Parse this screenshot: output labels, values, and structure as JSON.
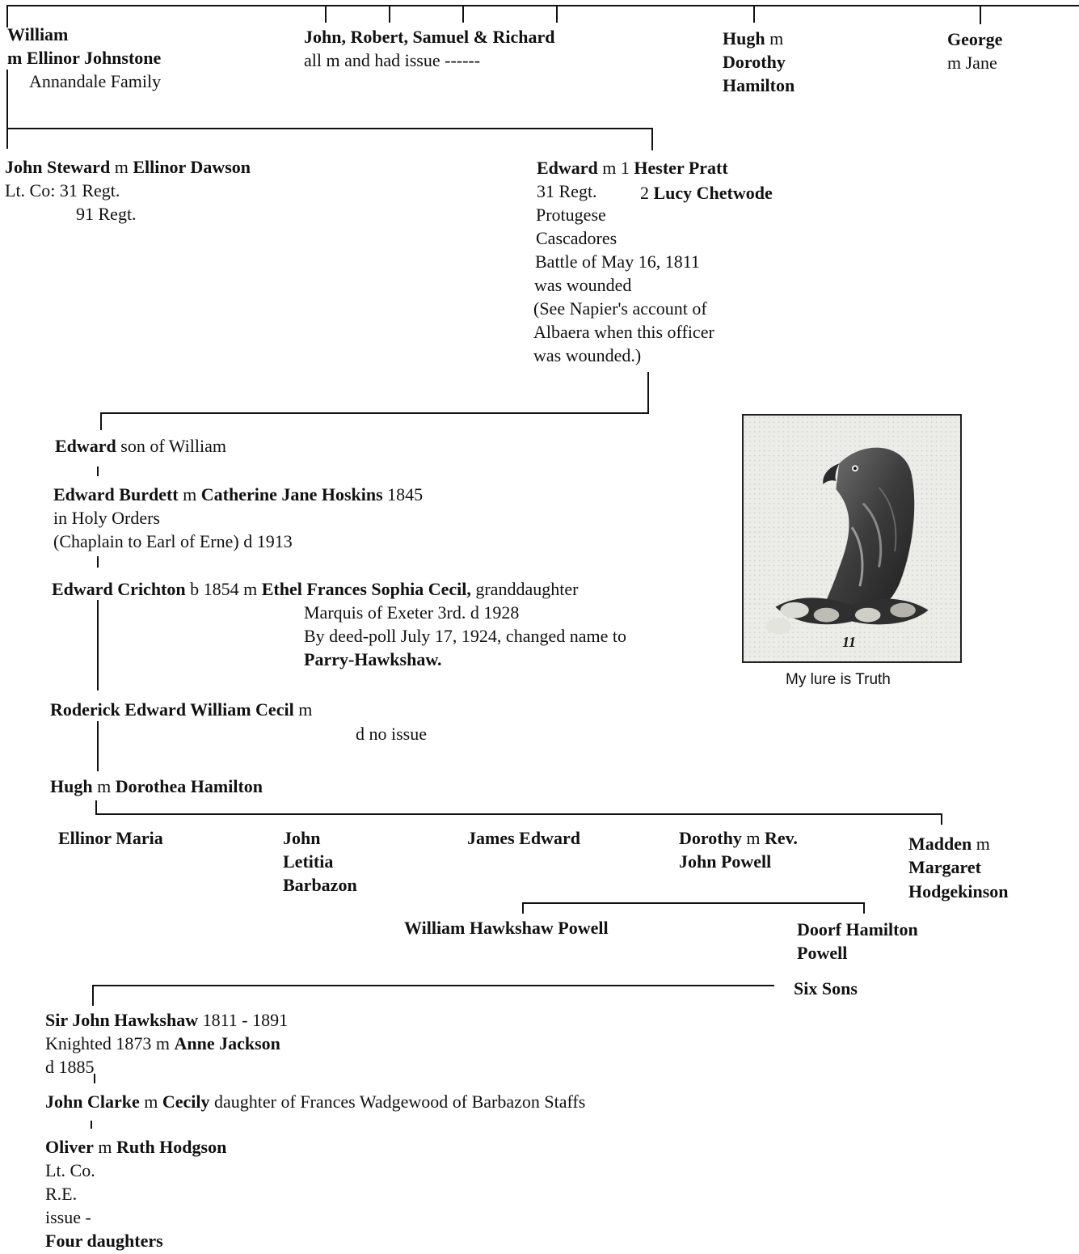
{
  "gen1": {
    "william": {
      "name": "William",
      "spouse": "m Ellinor Johnstone",
      "note": "Annandale Family"
    },
    "brothers": {
      "names": "John, Robert, Samuel & Richard",
      "note": "all m and had issue ------"
    },
    "hugh": {
      "name": "Hugh",
      "m": " m",
      "spouse1": "Dorothy",
      "spouse2": "Hamilton"
    },
    "george": {
      "name": "George",
      "spouse": "m Jane"
    }
  },
  "gen2": {
    "john_steward": {
      "name": "John Steward",
      "m": " m ",
      "spouse": "Ellinor Dawson",
      "line2": "Lt. Co: 31 Regt.",
      "line3": "91 Regt."
    },
    "edward": {
      "name": "Edward",
      "m": " m 1 ",
      "spouse1": "Hester Pratt",
      "regt": "31 Regt.",
      "m2": "2 ",
      "spouse2": "Lucy Chetwode",
      "notes": [
        "Protugese",
        "Cascadores",
        "Battle of May 16, 1811",
        "was wounded",
        "(See Napier's account of",
        "Albaera when this officer",
        "was wounded.)"
      ]
    }
  },
  "line": {
    "edward_son": {
      "name": "Edward",
      "rest": " son of William"
    },
    "edward_burdett": {
      "name": "Edward Burdett",
      "m": " m ",
      "spouse": "Catherine Jane Hoskins",
      "year": " 1845",
      "line2": "in Holy Orders",
      "line3": "(Chaplain to Earl of Erne) d 1913"
    },
    "edward_crichton": {
      "name": "Edward Crichton",
      "born": " b 1854 m ",
      "spouse": "Ethel Frances Sophia Cecil,",
      "rest": " granddaughter",
      "line2": "Marquis of Exeter 3rd. d 1928",
      "line3": "By deed-poll July 17, 1924, changed name to",
      "line4": "Parry-Hawkshaw."
    },
    "roderick": {
      "name": "Roderick Edward William  Cecil",
      "m": " m",
      "note": "d  no issue"
    },
    "hugh": {
      "name": "Hugh",
      "m": " m ",
      "spouse": "Dorothea Hamilton"
    }
  },
  "crest": {
    "motto": "My lure is Truth",
    "plate_number": "11"
  },
  "hugh_children": {
    "ellinor": "Ellinor Maria",
    "john": [
      "John",
      "Letitia",
      "Barbazon"
    ],
    "james": "James Edward",
    "dorothy": {
      "name": "Dorothy",
      "m": " m ",
      "spouse1": "Rev.",
      "spouse2": "John Powell"
    },
    "madden": {
      "name": "Madden",
      "m": " m",
      "spouse1": "Margaret",
      "spouse2": "Hodgekinson"
    }
  },
  "powell_children": {
    "william": "William Hawkshaw Powell",
    "doorf1": "Doorf Hamilton",
    "doorf2": "Powell"
  },
  "six_sons": "Six Sons",
  "sir_john": {
    "name": "Sir John Hawkshaw",
    "years": " 1811 - 1891",
    "line2a": "Knighted 1873 m ",
    "line2b": "Anne Jackson",
    "line3": "d 1885"
  },
  "john_clarke": {
    "name": "John Clarke",
    "m": " m ",
    "spouse": "Cecily",
    "rest": " daughter of Frances Wadgewood of Barbazon Staffs"
  },
  "oliver": {
    "name": "Oliver",
    "m": " m ",
    "spouse": "Ruth Hodgson",
    "line2": "Lt. Co.",
    "line3": "R.E.",
    "line4": "issue -",
    "line5": "Four daughters"
  }
}
